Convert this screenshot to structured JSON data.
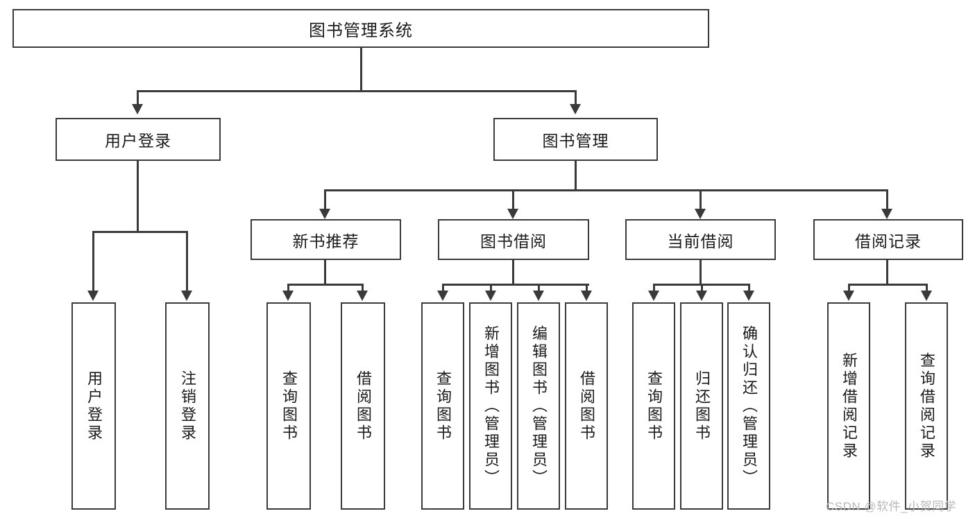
{
  "diagram": {
    "title": "图书管理系统",
    "type": "tree-hierarchy-diagram",
    "root": {
      "label": "图书管理系统"
    },
    "level2": [
      {
        "label": "用户登录"
      },
      {
        "label": "图书管理"
      }
    ],
    "level3": [
      {
        "label": "新书推荐"
      },
      {
        "label": "图书借阅"
      },
      {
        "label": "当前借阅"
      },
      {
        "label": "借阅记录"
      }
    ],
    "leaves": {
      "user_login": [
        {
          "label": "用户登录"
        },
        {
          "label": "注销登录"
        }
      ],
      "new_book_recommend": [
        {
          "label": "查询图书"
        },
        {
          "label": "借阅图书"
        }
      ],
      "book_borrow": [
        {
          "label": "查询图书"
        },
        {
          "label": "新增图书（管理员）"
        },
        {
          "label": "编辑图书（管理员）"
        },
        {
          "label": "借阅图书"
        }
      ],
      "current_borrow": [
        {
          "label": "查询图书"
        },
        {
          "label": "归还图书"
        },
        {
          "label": "确认归还（管理员）"
        }
      ],
      "borrow_record": [
        {
          "label": "新增借阅记录"
        },
        {
          "label": "查询借阅记录"
        }
      ]
    }
  },
  "watermark": {
    "text": "CSDN @软件_小贺同学"
  },
  "colors": {
    "border": "#3a3a3a",
    "text": "#1a1a1a",
    "background": "#ffffff",
    "watermark": "#b8b8b8"
  }
}
